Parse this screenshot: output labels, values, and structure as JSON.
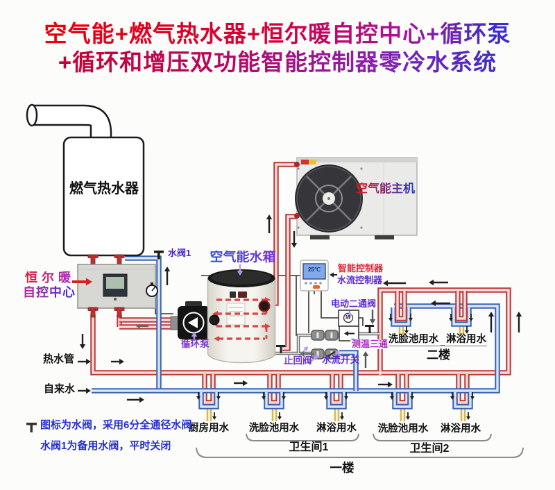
{
  "title": {
    "line1": "空气能+燃气热水器+恒尔暖自控中心+循环泵",
    "line2": "+循环和增压双功能智能控制器零冷水系统"
  },
  "devices": {
    "gas_heater": "燃气热水器",
    "brand_line1": "恒尔暖",
    "brand_line2": "自控中心",
    "tank": "空气能水箱",
    "pump": "循环泵",
    "heat_pump": "空气能主机",
    "controller_line1": "智能控制器",
    "controller_line2": "水流控制器",
    "thermostat_display": "25℃",
    "motor_mark": "M"
  },
  "valves": {
    "valve1": "水阀1",
    "motor_valve": "电动二通阀",
    "temp_tee": "测温三通",
    "check_valve": "止回阀",
    "flow_switch": "水流开关"
  },
  "pipes": {
    "hot": "热水管",
    "cold": "自来水"
  },
  "floor2": {
    "fixtures": [
      "洗脸池用水",
      "淋浴用水"
    ],
    "name": "二楼"
  },
  "floor1": {
    "fixtures": [
      "厨房用水",
      "洗脸池用水",
      "淋浴用水",
      "洗脸池用水",
      "淋浴用水"
    ],
    "rooms": [
      "卫生间1",
      "卫生间2"
    ],
    "name": "一楼"
  },
  "note": {
    "line1": "图标为水阀，采用6分全通径水阀",
    "line2": "水阀1为备用水阀，平时关闭"
  },
  "colors": {
    "hot": "#c03a3a",
    "cold": "#3a63b5",
    "purple": "#5c2bd2",
    "note_blue": "#2630cc"
  }
}
